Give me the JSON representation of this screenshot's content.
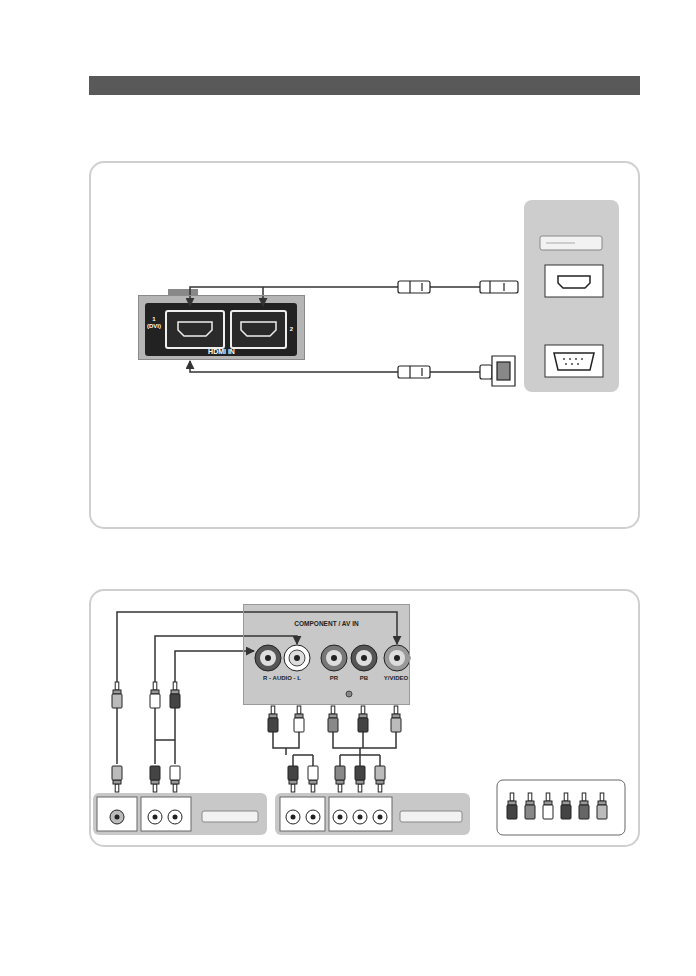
{
  "diagram": {
    "nodes": [
      {
        "text": [
          "HDMI IN"
        ]
      },
      {
        "text": [
          "COMPONENT / AV IN"
        ]
      }
    ],
    "labels": [
      "1 (DVI)",
      "2",
      "R - AUDIO - L",
      "PR",
      "PB",
      "Y/VIDEO"
    ]
  }
}
